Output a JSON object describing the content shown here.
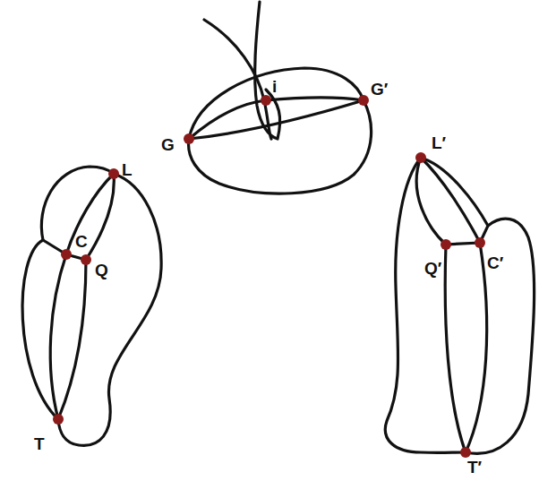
{
  "diagram": {
    "labels": [
      "i",
      "G",
      "G′",
      "L",
      "C",
      "Q",
      "T",
      "L′",
      "Q′",
      "C′",
      "T′"
    ]
  }
}
